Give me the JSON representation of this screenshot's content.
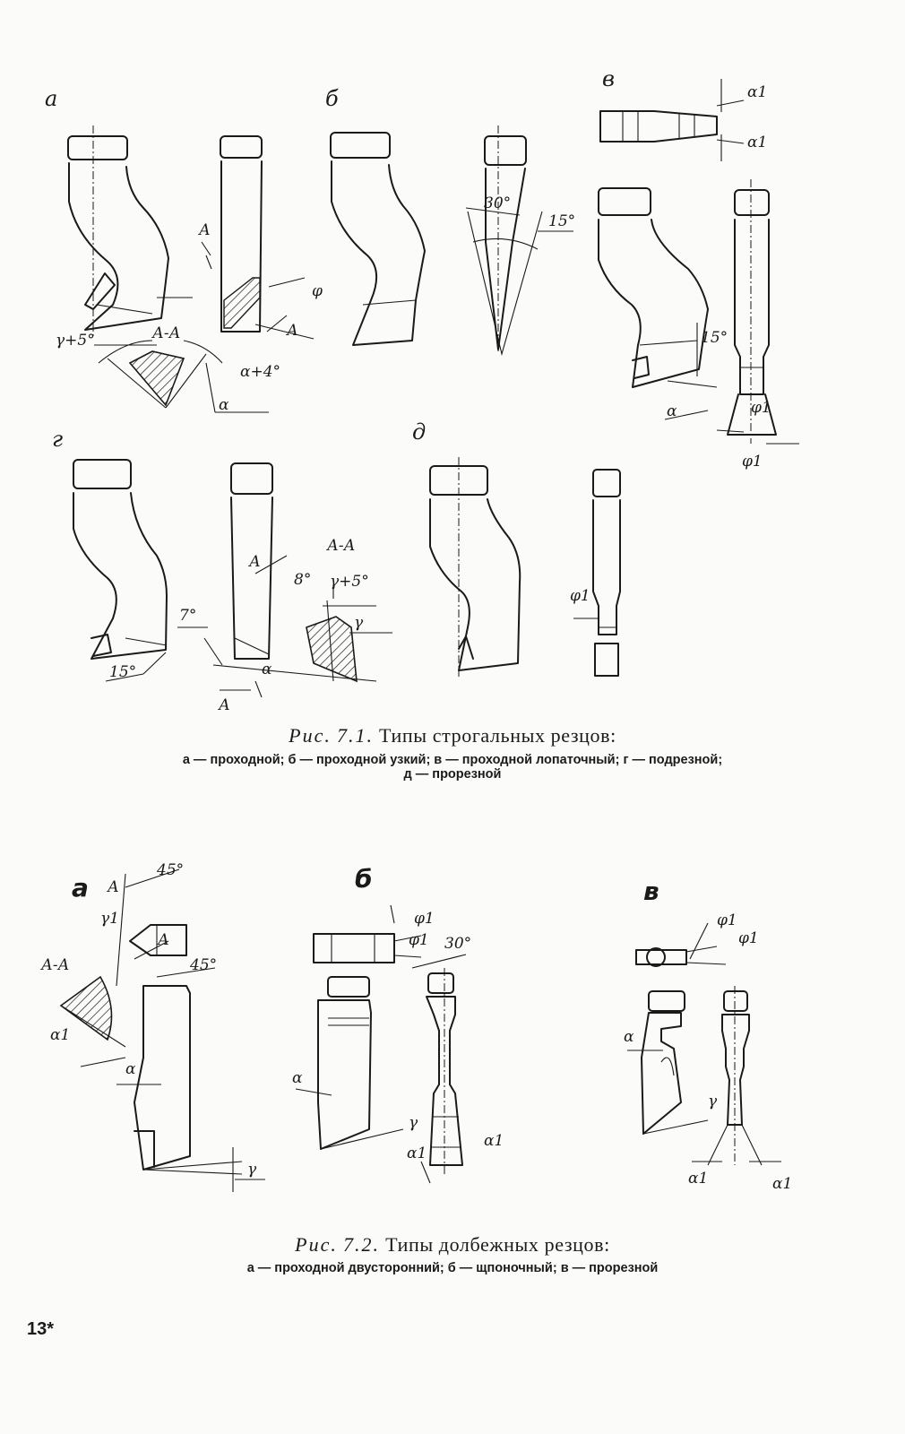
{
  "figure1": {
    "caption_prefix": "Рис.",
    "caption_number": "7.1.",
    "caption_title": "Типы строгальных резцов:",
    "legend_line1": "а — проходной; б — проходной узкий; в — проходной лопаточный; г — подрезной;",
    "legend_line2": "д — прорезной",
    "panels": {
      "a": {
        "letter": "а",
        "labels": {
          "section_mark": "А",
          "section_mark2": "А",
          "section": "А-А",
          "gamma": "γ+5°",
          "phi": "φ",
          "alpha_plus": "α+4°",
          "alpha": "α"
        }
      },
      "b": {
        "letter": "б",
        "labels": {
          "angle30": "30°",
          "angle15": "15°"
        }
      },
      "v": {
        "letter": "в",
        "labels": {
          "alpha1_top": "α1",
          "alpha1_bottom": "α1",
          "angle15": "15°",
          "alpha": "α",
          "phi1_a": "φ1",
          "phi1_b": "φ1"
        }
      },
      "g": {
        "letter": "г",
        "labels": {
          "section_mark": "А",
          "section_mark2": "А",
          "section": "А-А",
          "angle8": "8°",
          "gamma5": "γ+5°",
          "gamma": "γ",
          "angle7": "7°",
          "angle15": "15°",
          "alpha": "α"
        }
      },
      "d": {
        "letter": "д",
        "labels": {
          "phi1": "φ1"
        }
      }
    }
  },
  "figure2": {
    "caption_prefix": "Рис.",
    "caption_number": "7.2.",
    "caption_title": "Типы долбежных резцов:",
    "legend": "а — проходной двусторонний; б — щпоночный; в — прорезной",
    "panels": {
      "a": {
        "letter": "а",
        "labels": {
          "section_mark": "А",
          "angle45_top": "45°",
          "gamma1": "γ1",
          "section_mark2": "А",
          "section": "А-А",
          "angle45_mid": "45°",
          "alpha1": "α1",
          "alpha": "α",
          "gamma": "γ"
        }
      },
      "b": {
        "letter": "б",
        "labels": {
          "phi1_a": "φ1",
          "phi1_b": "φ1",
          "angle30": "30°",
          "alpha": "α",
          "gamma": "γ",
          "alpha1_a": "α1",
          "alpha1_b": "α1"
        }
      },
      "v": {
        "letter": "в",
        "labels": {
          "phi1_a": "φ1",
          "phi1_b": "φ1",
          "alpha": "α",
          "gamma": "γ",
          "alpha1_a": "α1",
          "alpha1_b": "α1"
        }
      }
    }
  },
  "page_number": "13*"
}
